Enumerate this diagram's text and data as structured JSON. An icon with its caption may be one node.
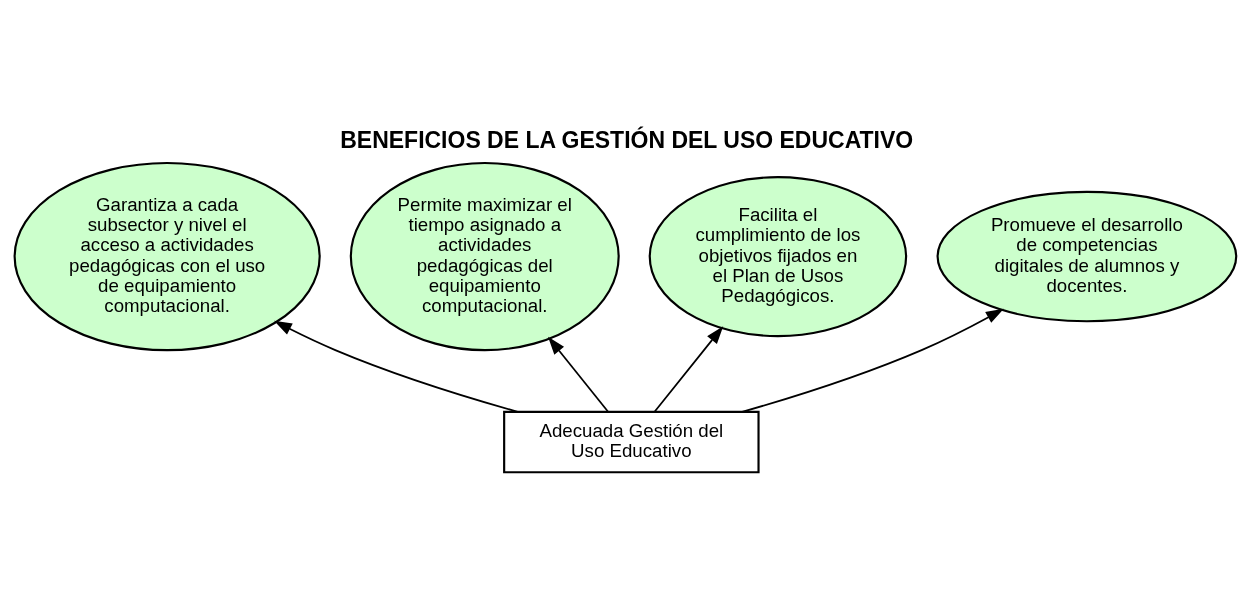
{
  "diagram": {
    "title": "BENEFICIOS DE LA GESTIÓN DEL USO EDUCATIVO",
    "nodes": [
      {
        "text": [
          "Garantiza a cada subsector y nivel el acceso a actividades pedagógicas con el uso de equipamiento computacional."
        ]
      },
      {
        "text": [
          "Permite maximizar el tiempo asignado a actividades pedagógicas del equipamiento computacional."
        ]
      },
      {
        "text": [
          "Facilita el cumplimiento de los objetivos fijados en el Plan de Usos Pedagógicos."
        ]
      },
      {
        "text": [
          "Promueve el desarrollo de competencias digitales de alumnos y docentes."
        ]
      },
      {
        "text": [
          "Adecuada Gestión del Uso Educativo"
        ]
      }
    ],
    "edges": [
      {
        "from": 4,
        "to": 0,
        "arrow": "to"
      },
      {
        "from": 4,
        "to": 1,
        "arrow": "to"
      },
      {
        "from": 4,
        "to": 2,
        "arrow": "to"
      },
      {
        "from": 4,
        "to": 3,
        "arrow": "to"
      }
    ]
  }
}
